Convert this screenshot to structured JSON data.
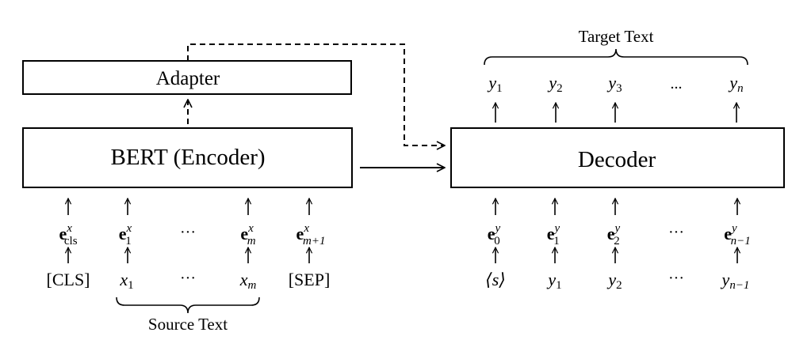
{
  "adapter_label": "Adapter",
  "encoder_label": "BERT (Encoder)",
  "decoder_label": "Decoder",
  "target_text_label": "Target Text",
  "source_text_label": "Source Text",
  "ellipsis": "...",
  "encoder_inputs": [
    {
      "token": "[CLS]",
      "emb_base": "e",
      "emb_sup": "x",
      "emb_sub": "cls"
    },
    {
      "token_base": "x",
      "token_sub": "1",
      "emb_base": "e",
      "emb_sup": "x",
      "emb_sub": "1"
    },
    {
      "token": "···",
      "emb": "···"
    },
    {
      "token_base": "x",
      "token_sub": "m",
      "emb_base": "e",
      "emb_sup": "x",
      "emb_sub": "m"
    },
    {
      "token": "[SEP]",
      "emb_base": "e",
      "emb_sup": "x",
      "emb_sub": "m+1"
    }
  ],
  "decoder_inputs": [
    {
      "token": "⟨s⟩",
      "emb_base": "e",
      "emb_sup": "y",
      "emb_sub": "0"
    },
    {
      "token_base": "y",
      "token_sub": "1",
      "emb_base": "e",
      "emb_sup": "y",
      "emb_sub": "1"
    },
    {
      "token_base": "y",
      "token_sub": "2",
      "emb_base": "e",
      "emb_sup": "y",
      "emb_sub": "2"
    },
    {
      "token": "···",
      "emb": "···"
    },
    {
      "token_base": "y",
      "token_sub": "n−1",
      "emb_base": "e",
      "emb_sup": "y",
      "emb_sub": "n−1"
    }
  ],
  "decoder_outputs": [
    {
      "base": "y",
      "sub": "1"
    },
    {
      "base": "y",
      "sub": "2"
    },
    {
      "base": "y",
      "sub": "3"
    },
    {
      "text": "..."
    },
    {
      "base": "y",
      "sub": "n"
    }
  ]
}
